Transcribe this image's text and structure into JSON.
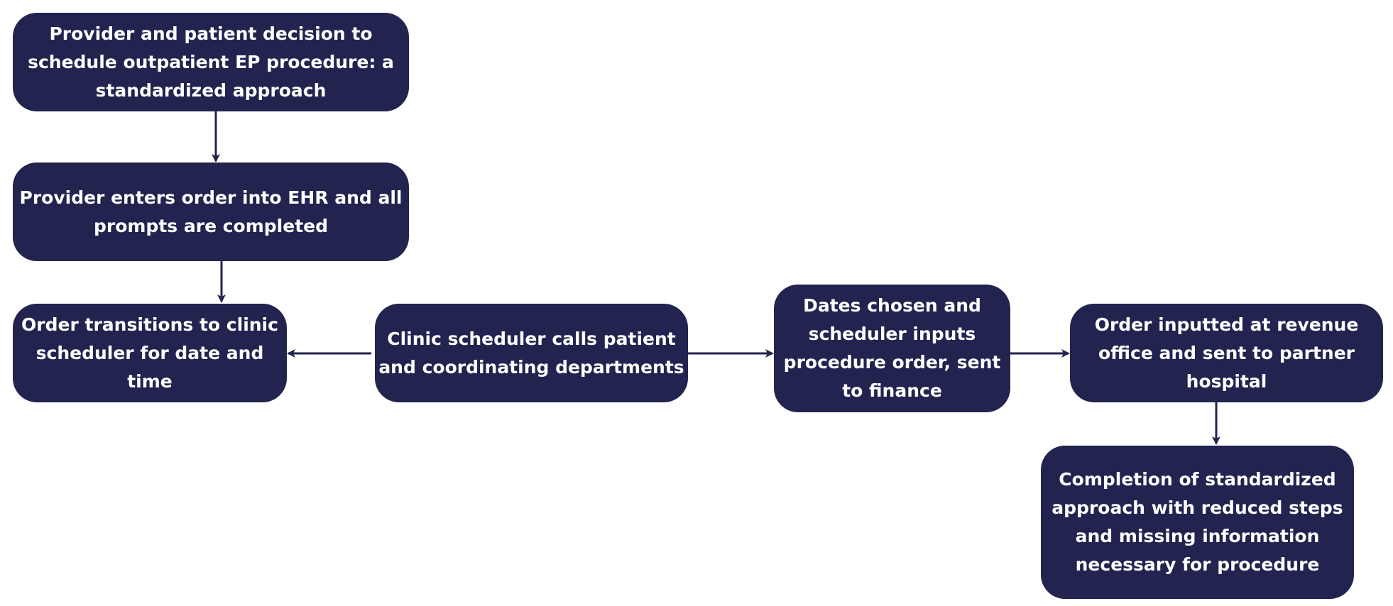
{
  "colors": {
    "node_fill": "#232350",
    "node_text": "#ffffff",
    "arrow": "#232350",
    "background": "#ffffff"
  },
  "nodes": [
    {
      "id": "decision",
      "text": "Provider and patient decision to schedule outpatient EP procedure: a standardized approach"
    },
    {
      "id": "ehr-order",
      "text": "Provider enters order into EHR and all prompts are completed"
    },
    {
      "id": "order-transitions",
      "text": "Order transitions to clinic scheduler for date and time"
    },
    {
      "id": "scheduler-calls",
      "text": "Clinic scheduler calls patient and coordinating departments"
    },
    {
      "id": "dates-chosen",
      "text": "Dates chosen and scheduler inputs procedure order, sent to finance"
    },
    {
      "id": "revenue-office",
      "text": "Order inputted at revenue office and sent to partner hospital"
    },
    {
      "id": "completion",
      "text": "Completion of standardized approach with reduced steps and missing information necessary for procedure"
    }
  ],
  "edges": [
    {
      "from": "decision",
      "to": "ehr-order"
    },
    {
      "from": "ehr-order",
      "to": "order-transitions"
    },
    {
      "from": "scheduler-calls",
      "to": "order-transitions"
    },
    {
      "from": "scheduler-calls",
      "to": "dates-chosen"
    },
    {
      "from": "dates-chosen",
      "to": "revenue-office"
    },
    {
      "from": "revenue-office",
      "to": "completion"
    }
  ]
}
